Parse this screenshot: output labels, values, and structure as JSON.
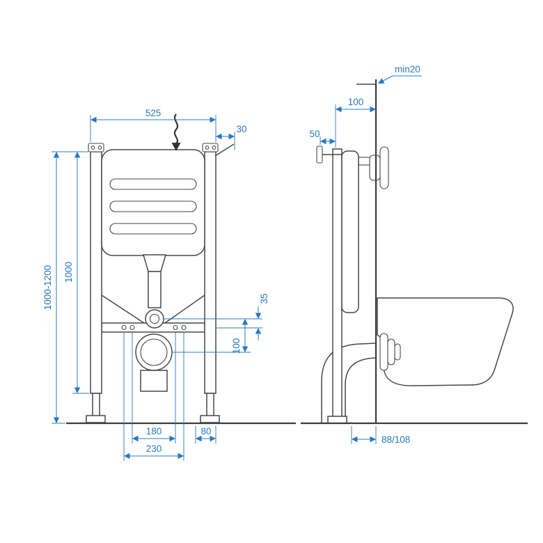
{
  "drawing": {
    "kind": "installation frame technical drawing",
    "dim_color": "#2878be",
    "line_color": "#474747"
  },
  "front_view": {
    "width": "525",
    "bracket_offset": "30",
    "height_range": "1000-1200",
    "frame_height": "1000",
    "outlet_offset": "35",
    "outlet_drop": "100",
    "bolt_spacing": "180",
    "edge_offset": "80",
    "fixing_spacing": "230"
  },
  "side_view": {
    "wall_min": "min20",
    "frame_depth": "100",
    "valve_offset": "50",
    "outlet_distance": "88/108"
  }
}
